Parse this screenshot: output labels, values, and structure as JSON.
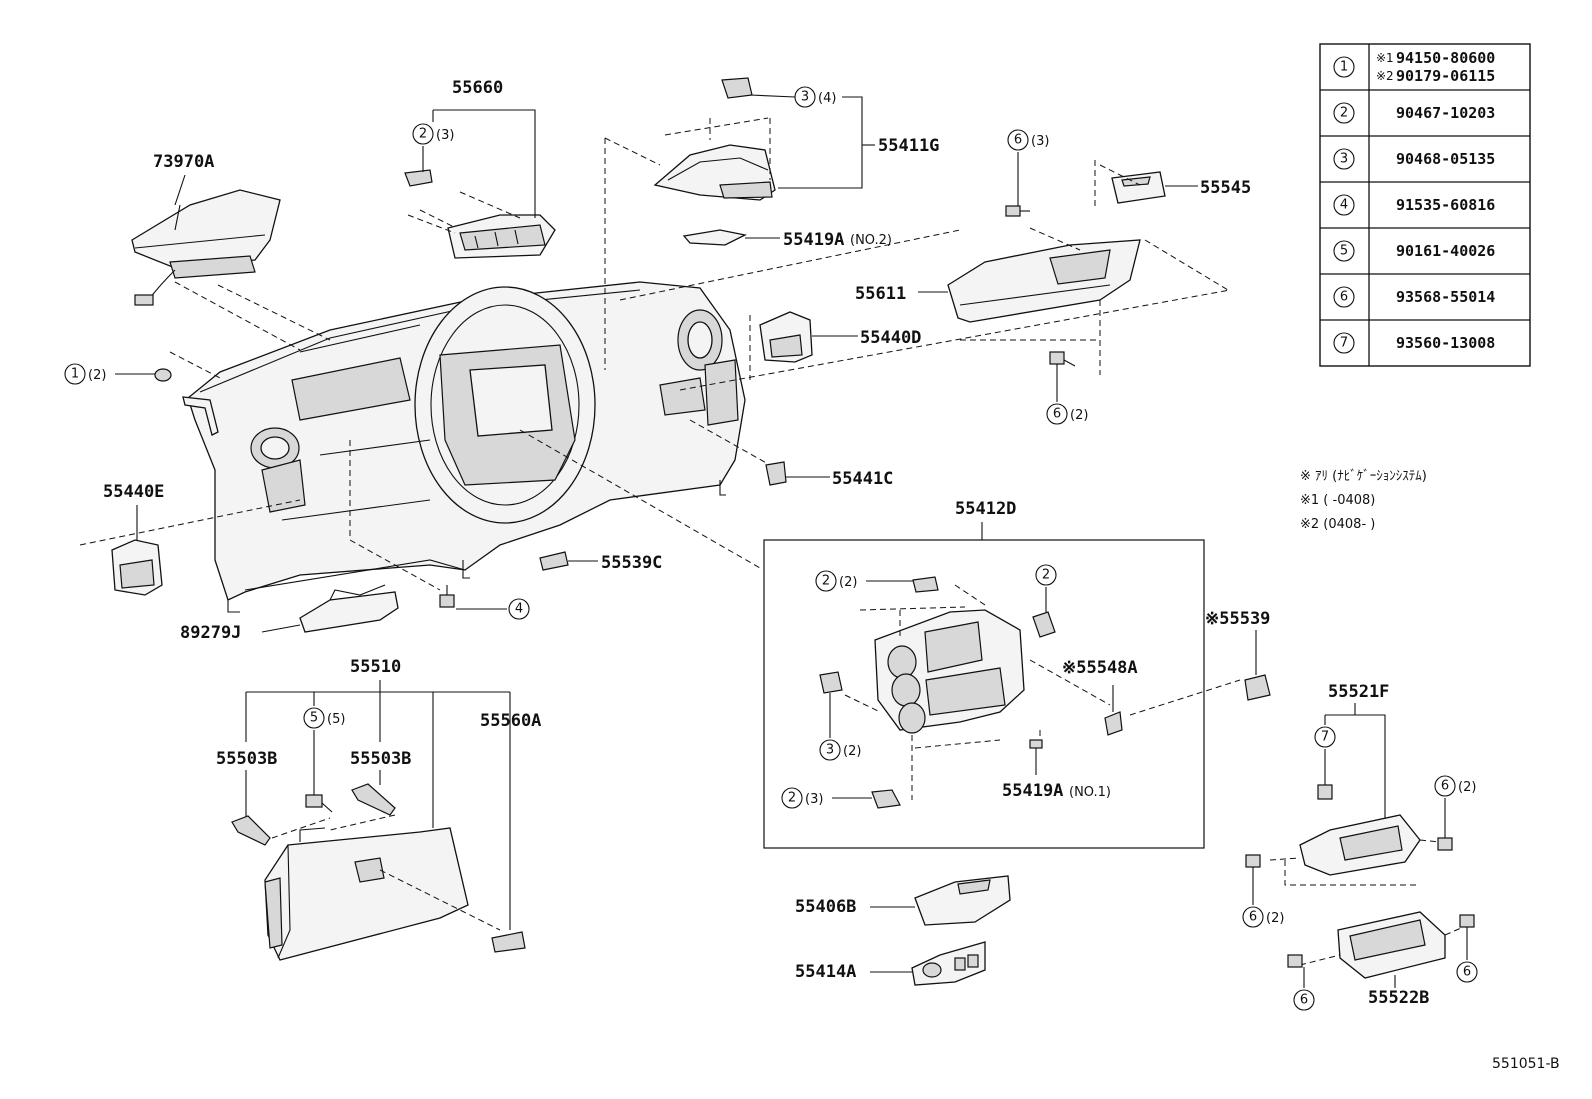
{
  "parts": {
    "p73970A": "73970A",
    "p55660": "55660",
    "p55411G": "55411G",
    "p55419A_no2": "55419A",
    "p55419A_no2_suffix": "(NO.2)",
    "p55545": "55545",
    "p55611": "55611",
    "p55440D": "55440D",
    "p55440E": "55440E",
    "p55441C": "55441C",
    "p55412D": "55412D",
    "p55539C": "55539C",
    "p89279J": "89279J",
    "p55510": "55510",
    "p55560A": "55560A",
    "p55503B_left": "55503B",
    "p55503B_right": "55503B",
    "p55539": "※55539",
    "p55548A": "※55548A",
    "p55419A_no1": "55419A",
    "p55419A_no1_suffix": "(NO.1)",
    "p55521F": "55521F",
    "p55406B": "55406B",
    "p55414A": "55414A",
    "p55522B": "55522B"
  },
  "callouts": {
    "c3_4": "(4)",
    "c2_3_top": "(3)",
    "c6_3": "(3)",
    "c1_2": "(2)",
    "c6_2_mid": "(2)",
    "c2_2_box": "(2)",
    "c3_2_box": "(2)",
    "c2_3_box": "(3)",
    "c5_5": "(5)",
    "c6_2_right": "(2)",
    "c6_2_bottom": "(2)"
  },
  "circle_numbers": [
    "1",
    "2",
    "3",
    "4",
    "5",
    "6",
    "7"
  ],
  "parts_table": {
    "rows": [
      {
        "ref": "1",
        "mark1": "※1",
        "number1": "94150-80600",
        "mark2": "※2",
        "number2": "90179-06115"
      },
      {
        "ref": "2",
        "number": "90467-10203"
      },
      {
        "ref": "3",
        "number": "90468-05135"
      },
      {
        "ref": "4",
        "number": "91535-60816"
      },
      {
        "ref": "5",
        "number": "90161-40026"
      },
      {
        "ref": "6",
        "number": "93568-55014"
      },
      {
        "ref": "7",
        "number": "93560-13008"
      }
    ]
  },
  "notes": {
    "line1": "※ ｱﾘ (ﾅﾋﾞｹﾞｰｼｮﾝｼｽﾃﾑ)",
    "line2": "※1 (      -0408)",
    "line3": "※2 (0408-      )"
  },
  "diagram_id": "551051-B"
}
